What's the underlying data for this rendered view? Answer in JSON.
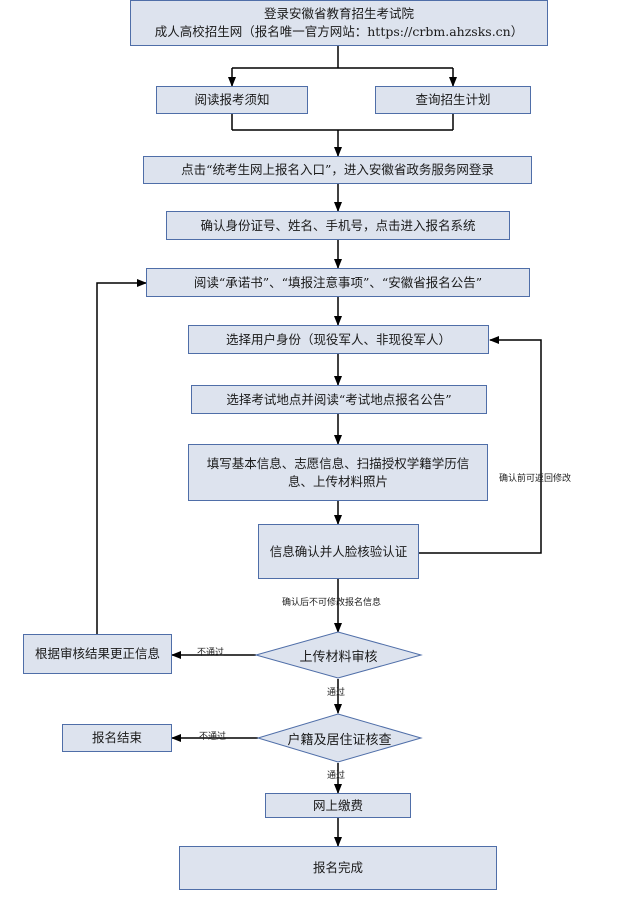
{
  "nodes": {
    "login_line1": "登录安徽省教育招生考试院",
    "login_line2": "成人高校招生网（报名唯一官方网站：https://crbm.ahzsks.cn）",
    "read_notice": "阅读报考须知",
    "query_plan": "查询招生计划",
    "click_entry": "点击“统考生网上报名入口”，进入安徽省政务服务网登录",
    "confirm_id": "确认身份证号、姓名、手机号，点击进入报名系统",
    "read_docs": "阅读“承诺书”、“填报注意事项”、“安徽省报名公告”",
    "select_identity": "选择用户身份（现役军人、非现役军人）",
    "select_site": "选择考试地点并阅读“考试地点报名公告”",
    "fill_info": "填写基本信息、志愿信息、扫描授权学籍学历信息、上传材料照片",
    "face_verify": "信息确认并人脸核验认证",
    "upload_review": "上传材料审核",
    "correct_info": "根据审核结果更正信息",
    "household_check": "户籍及居住证核查",
    "end": "报名结束",
    "pay": "网上缴费",
    "complete": "报名完成"
  },
  "labels": {
    "can_return": "确认前可返回修改",
    "no_modify": "确认后不可修改报名信息",
    "fail_1": "不通过",
    "pass_1": "通过",
    "fail_2": "不通过",
    "pass_2": "通过"
  },
  "colors": {
    "box_fill": "#dde3ee",
    "box_border": "#4f6ea8",
    "line": "#000000"
  }
}
